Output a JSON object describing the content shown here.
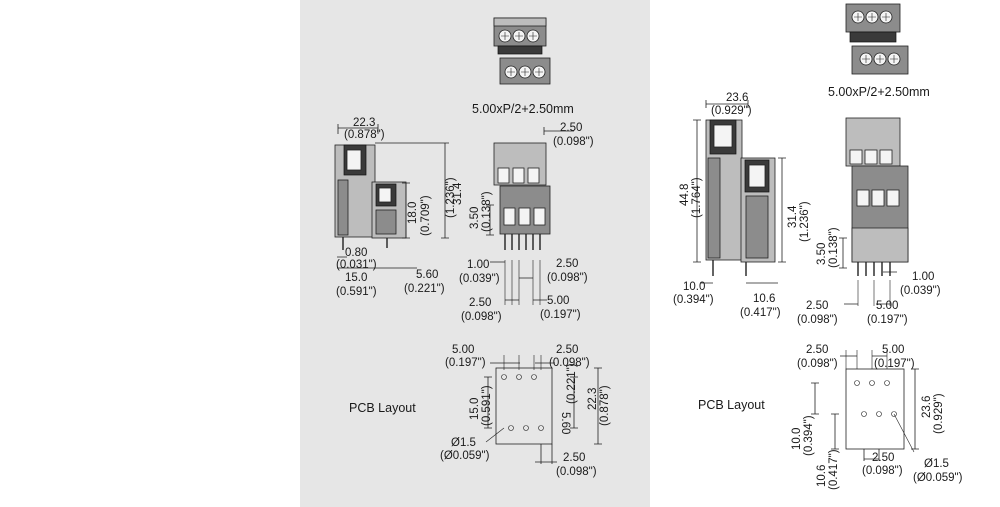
{
  "left": {
    "top_label": "5.00xP/2+2.50mm",
    "side": {
      "width": "22.3",
      "width_in": "(0.878\")",
      "height": "31.4",
      "height_in": "(1.236\")",
      "inner": "18.0",
      "inner_in": "(0.709\")",
      "pin": "0.80",
      "pin_in": "(0.031\")",
      "base": "15.0",
      "base_in": "(0.591\")",
      "offset": "5.60",
      "offset_in": "(0.221\")"
    },
    "front": {
      "top_step": "2.50",
      "top_step_in": "(0.098\")",
      "left_h": "3.50",
      "left_h_in": "(0.138\")",
      "pin_w": "1.00",
      "pin_w_in": "(0.039\")",
      "right_step": "2.50",
      "right_step_in": "(0.098\")",
      "bot_left": "2.50",
      "bot_left_in": "(0.098\")",
      "bot_right": "5.00",
      "bot_right_in": "(0.197\")"
    },
    "pcb": {
      "title": "PCB Layout",
      "top_left": "5.00",
      "top_left_in": "(0.197\")",
      "top_right": "2.50",
      "top_right_in": "(0.098\")",
      "left": "15.0",
      "left_in": "(0.591\")",
      "mid": "5.60",
      "mid_in": "(0.221\")",
      "right": "22.3",
      "right_in": "(0.878\")",
      "hole": "Ø1.5",
      "hole_in": "(Ø0.059\")",
      "bottom": "2.50",
      "bottom_in": "(0.098\")"
    }
  },
  "right": {
    "top_label": "5.00xP/2+2.50mm",
    "side": {
      "width": "23.6",
      "width_in": "(0.929\")",
      "height": "44.8",
      "height_in": "(1.764\")",
      "inner": "31.4",
      "inner_in": "(1.236\")",
      "base_left": "10.0",
      "base_left_in": "(0.394\")",
      "base_right": "10.6",
      "base_right_in": "(0.417\")"
    },
    "front": {
      "left_h": "3.50",
      "left_h_in": "(0.138\")",
      "pin_w": "1.00",
      "pin_w_in": "(0.039\")",
      "bot_left": "2.50",
      "bot_left_in": "(0.098\")",
      "bot_right": "5.00",
      "bot_right_in": "(0.197\")"
    },
    "pcb": {
      "title": "PCB Layout",
      "top_left": "2.50",
      "top_left_in": "(0.098\")",
      "top_right": "5.00",
      "top_right_in": "(0.197\")",
      "left": "10.0",
      "left_in": "(0.394\")",
      "left2": "10.6",
      "left2_in": "(0.417\")",
      "right": "23.6",
      "right_in": "(0.929\")",
      "bottom": "2.50",
      "bottom_in": "(0.098\")",
      "hole": "Ø1.5",
      "hole_in": "(Ø0.059\")"
    }
  }
}
